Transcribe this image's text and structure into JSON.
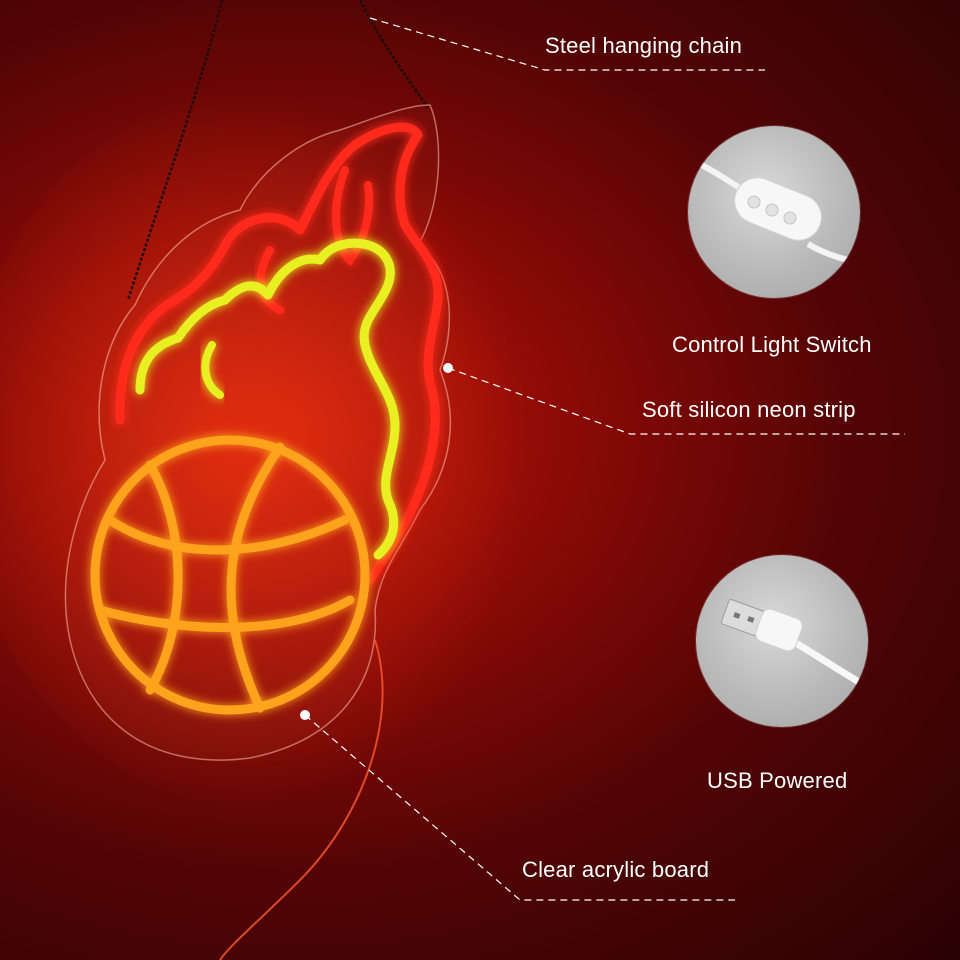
{
  "callouts": {
    "chain": "Steel hanging chain",
    "switch": "Control Light Switch",
    "strip": "Soft silicon neon strip",
    "usb": "USB Powered",
    "board": "Clear acrylic board"
  },
  "icons": {
    "switch_icon": "control-switch-icon",
    "usb_icon": "usb-plug-icon"
  },
  "colors": {
    "neon_red": "#ff2a1a",
    "neon_yellow": "#e8f020",
    "neon_orange": "#ffa21a",
    "background": "#520405"
  }
}
